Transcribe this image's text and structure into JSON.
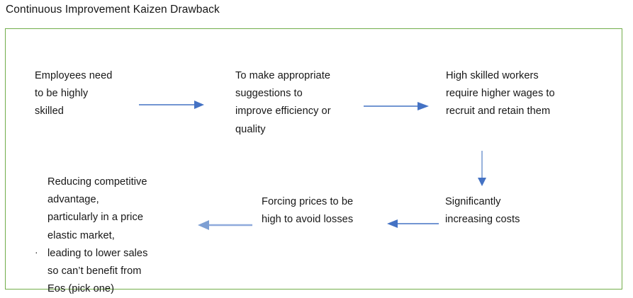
{
  "page": {
    "title": "Continuous Improvement Kaizen Drawback"
  },
  "colors": {
    "frame_border": "#72AD4A",
    "arrow_blue": "#4472C4",
    "arrow_blue_light": "#8FAADC",
    "text": "#171717",
    "background": "#FFFFFF"
  },
  "diagram": {
    "nodes": [
      {
        "id": "skilled",
        "text": "Employees need\nto be highly\nskilled"
      },
      {
        "id": "suggestions",
        "text": "To make appropriate\nsuggestions to\nimprove efficiency or\nquality"
      },
      {
        "id": "wages",
        "text": "High skilled workers\nrequire higher wages to\nrecruit and retain them"
      },
      {
        "id": "costs",
        "text": "Significantly\nincreasing costs"
      },
      {
        "id": "prices",
        "text": "Forcing prices to be\nhigh to avoid losses"
      },
      {
        "id": "reducing",
        "text": "Reducing competitive\nadvantage,\nparticularly in a price\nelastic market,\nleading to lower sales\nso can’t benefit from\nEos (pick one)"
      }
    ],
    "stray_bullet": "·",
    "arrows": [
      {
        "id": "skilled-to-suggestions",
        "direction": "right",
        "from": "skilled",
        "to": "suggestions"
      },
      {
        "id": "suggestions-to-wages",
        "direction": "right",
        "from": "suggestions",
        "to": "wages"
      },
      {
        "id": "wages-to-costs",
        "direction": "down",
        "from": "wages",
        "to": "costs"
      },
      {
        "id": "costs-to-prices",
        "direction": "left",
        "from": "costs",
        "to": "prices"
      },
      {
        "id": "prices-to-reducing",
        "direction": "left",
        "from": "prices",
        "to": "reducing"
      }
    ]
  }
}
